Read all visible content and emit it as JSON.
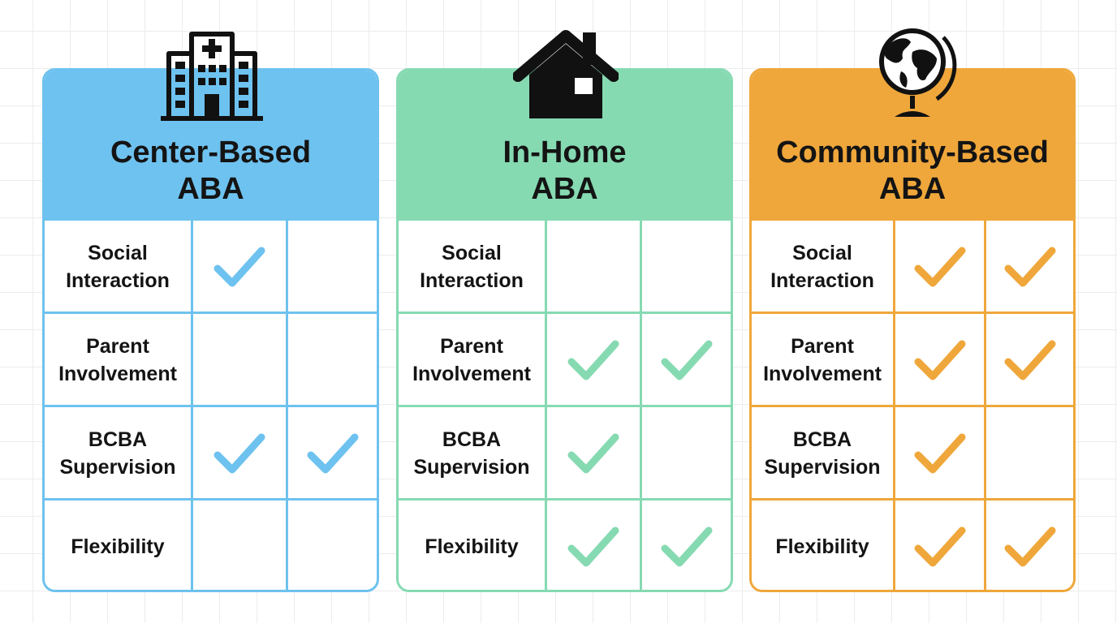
{
  "colors": {
    "center": "#6ec2ef",
    "inhome": "#86dab2",
    "community": "#efa73b",
    "ink": "#141414"
  },
  "columns": [
    {
      "key": "center",
      "icon": "hospital-building-icon",
      "title_line1": "Center-Based",
      "title_line2": "ABA",
      "rows": [
        {
          "label_line1": "Social",
          "label_line2": "Interaction",
          "checks": [
            true,
            false
          ]
        },
        {
          "label_line1": "Parent",
          "label_line2": "Involvement",
          "checks": [
            false,
            false
          ]
        },
        {
          "label_line1": "BCBA",
          "label_line2": "Supervision",
          "checks": [
            true,
            true
          ]
        },
        {
          "label_line1": "Flexibility",
          "label_line2": "",
          "checks": [
            false,
            false
          ]
        }
      ]
    },
    {
      "key": "inhome",
      "icon": "house-icon",
      "title_line1": "In-Home",
      "title_line2": "ABA",
      "rows": [
        {
          "label_line1": "Social",
          "label_line2": "Interaction",
          "checks": [
            false,
            false
          ]
        },
        {
          "label_line1": "Parent",
          "label_line2": "Involvement",
          "checks": [
            true,
            true
          ]
        },
        {
          "label_line1": "BCBA",
          "label_line2": "Supervision",
          "checks": [
            true,
            false
          ]
        },
        {
          "label_line1": "Flexibility",
          "label_line2": "",
          "checks": [
            true,
            true
          ]
        }
      ]
    },
    {
      "key": "community",
      "icon": "globe-icon",
      "title_line1": "Community-Based",
      "title_line2": "ABA",
      "rows": [
        {
          "label_line1": "Social",
          "label_line2": "Interaction",
          "checks": [
            true,
            true
          ]
        },
        {
          "label_line1": "Parent",
          "label_line2": "Involvement",
          "checks": [
            true,
            true
          ]
        },
        {
          "label_line1": "BCBA",
          "label_line2": "Supervision",
          "checks": [
            true,
            false
          ]
        },
        {
          "label_line1": "Flexibility",
          "label_line2": "",
          "checks": [
            true,
            true
          ]
        }
      ]
    }
  ]
}
